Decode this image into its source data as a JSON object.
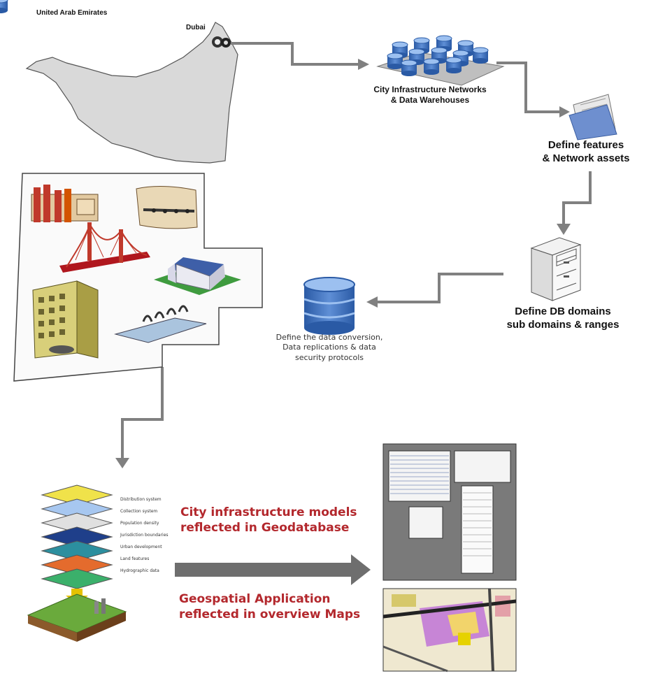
{
  "map": {
    "country": "United Arab Emirates",
    "city": "Dubai"
  },
  "steps": {
    "networks": "City Infrastructure Networks\n& Data Warehouses",
    "features": "Define features\n& Network assets",
    "domains": "Define DB domains\nsub domains & ranges",
    "conversion": "Define the data conversion,\nData replications & data\nsecurity protocols"
  },
  "layers": [
    "Distribution system",
    "Collection system",
    "Population density",
    "Jurisdiction boundaries",
    "Urban development",
    "Land features",
    "Hydrographic data"
  ],
  "outputs": {
    "geodatabase": "City infrastructure models\nreflected in Geodatabase",
    "maps": "Geospatial Application\nreflected in overview Maps"
  },
  "colors": {
    "arrow": "#808080",
    "red_text": "#b3282d",
    "db_blue": "#2f5fa8",
    "map_fill": "#d9d9d9"
  }
}
